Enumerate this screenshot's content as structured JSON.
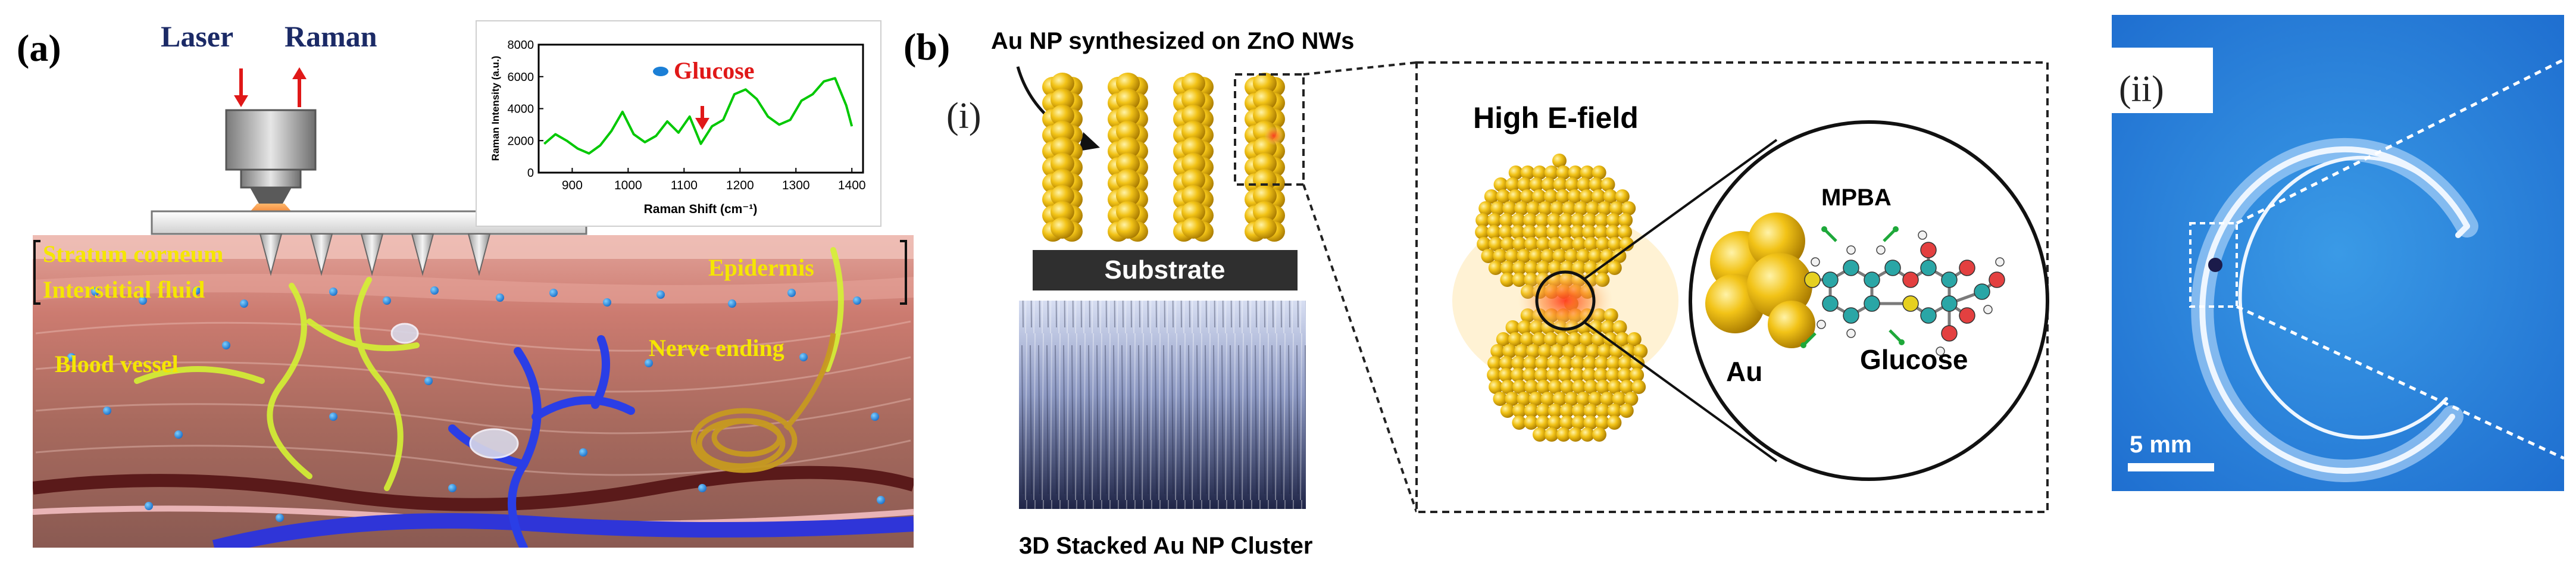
{
  "panel_a": {
    "label": "(a)",
    "laser_label": "Laser",
    "raman_label": "Raman",
    "layer_labels": {
      "stratum": "Stratum corneum",
      "interstitial": "Interstitial fluid",
      "epidermis": "Epidermis",
      "blood_vessel": "Blood vessel",
      "nerve_ending": "Nerve ending"
    },
    "inset_chart": {
      "legend_label": "Glucose",
      "ylabel": "Raman Intensity (a.u.)",
      "xlabel": "Raman Shift (cm⁻¹)",
      "xticks": [
        "900",
        "1000",
        "1100",
        "1200",
        "1300",
        "1400"
      ],
      "yticks": [
        "0",
        "2000",
        "4000",
        "6000",
        "8000"
      ]
    }
  },
  "panel_b": {
    "label": "(b)",
    "sub_i": "(i)",
    "sub_ii": "(ii)",
    "synth_label": "Au NP synthesized on ZnO NWs",
    "substrate_label": "Substrate",
    "cluster_label": "3D Stacked Au NP Cluster",
    "efield_label": "High E-field",
    "mpba_label": "MPBA",
    "au_label": "Au",
    "glucose_label": "Glucose",
    "scale_label": "5 mm"
  },
  "chart_data": {
    "type": "line",
    "xlabel": "Raman Shift (cm⁻¹)",
    "ylabel": "Raman Intensity (a.u.)",
    "xlim": [
      840,
      1420
    ],
    "ylim": [
      0,
      8000
    ],
    "series": [
      {
        "name": "Glucose",
        "color": "#00c800",
        "x": [
          850,
          870,
          890,
          910,
          930,
          950,
          970,
          990,
          1010,
          1030,
          1050,
          1070,
          1090,
          1110,
          1130,
          1150,
          1170,
          1190,
          1210,
          1230,
          1250,
          1270,
          1290,
          1310,
          1330,
          1350,
          1370,
          1390,
          1400
        ],
        "y": [
          1800,
          2400,
          2000,
          1500,
          1200,
          1700,
          2600,
          3800,
          2400,
          1900,
          2300,
          3200,
          2500,
          3500,
          1800,
          2900,
          3300,
          4900,
          5200,
          4600,
          3500,
          3000,
          3300,
          4500,
          4900,
          5700,
          5900,
          4200,
          2900
        ]
      }
    ],
    "annotations": [
      "Glucose"
    ]
  }
}
